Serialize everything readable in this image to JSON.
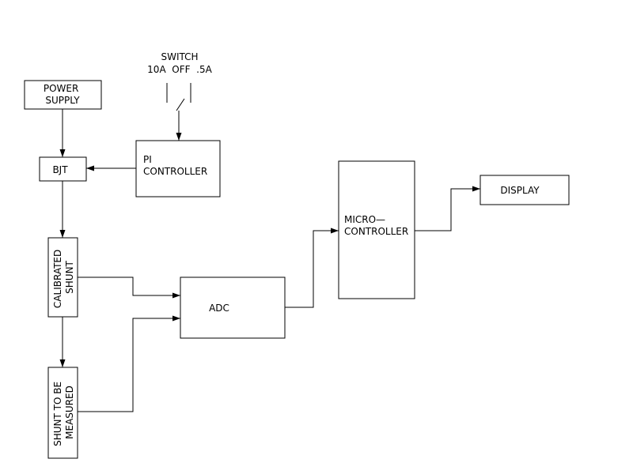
{
  "switch": {
    "title": "SWITCH",
    "positions": "10A  OFF  .5A"
  },
  "blocks": {
    "power_supply": [
      "POWER",
      "SUPPLY"
    ],
    "bjt": [
      "BJT"
    ],
    "pi_controller": [
      "PI",
      "CONTROLLER"
    ],
    "calibrated_shunt": [
      "CALIBRATED",
      "SHUNT"
    ],
    "shunt_to_measure": [
      "SHUNT TO BE",
      "MEASURED"
    ],
    "adc": [
      "ADC"
    ],
    "microcontroller": [
      "MICRO—",
      "CONTROLLER"
    ],
    "display": [
      "DISPLAY"
    ]
  }
}
